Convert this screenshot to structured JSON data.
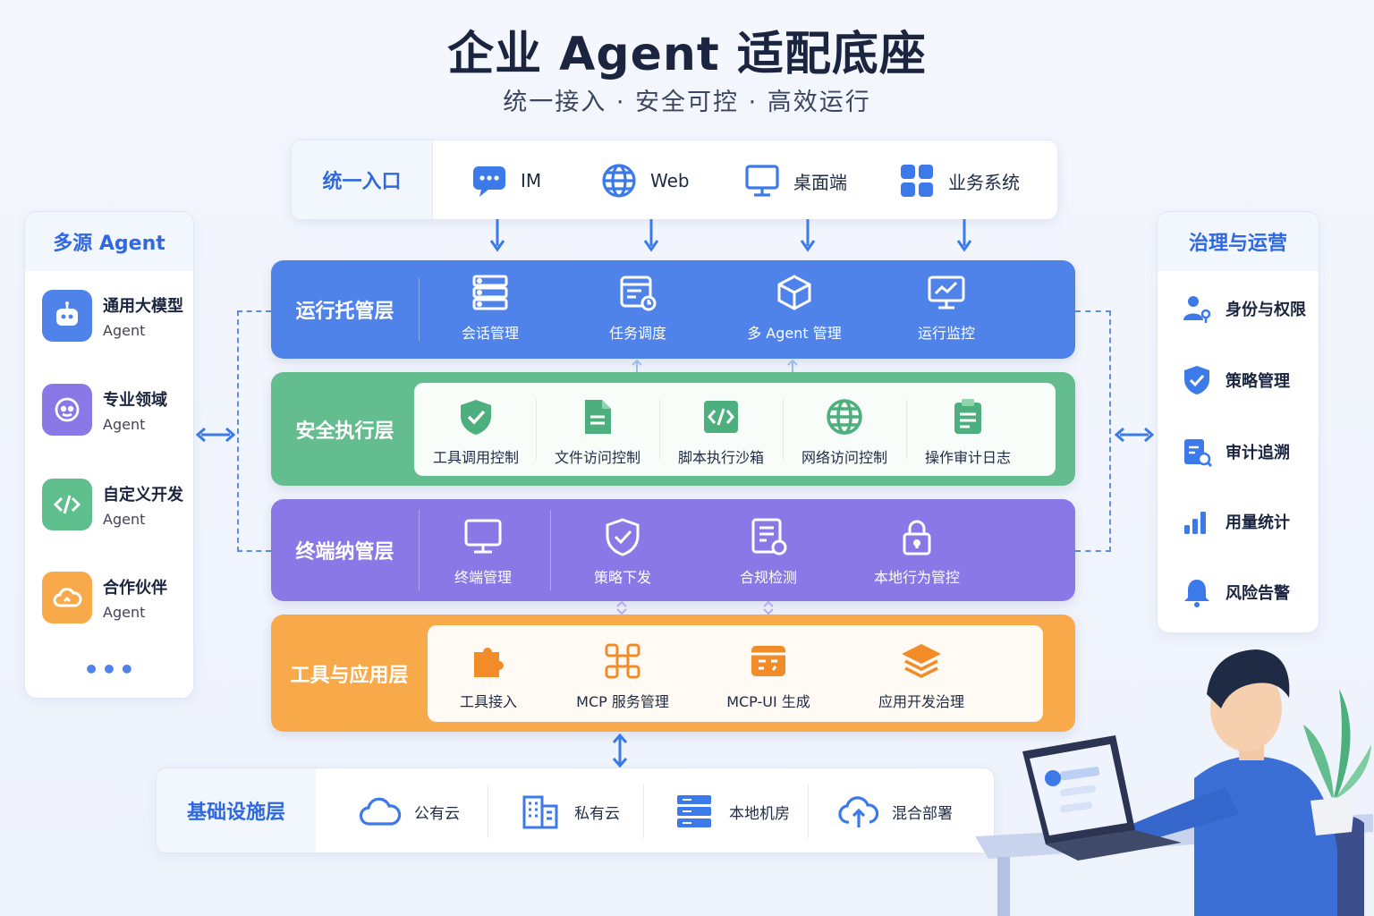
{
  "title": "企业 Agent 适配底座",
  "subtitle": "统一接入 · 安全可控 · 高效运行",
  "entry": {
    "label": "统一入口",
    "items": [
      {
        "label": "IM",
        "icon": "chat-icon"
      },
      {
        "label": "Web",
        "icon": "globe-icon"
      },
      {
        "label": "桌面端",
        "icon": "monitor-icon"
      },
      {
        "label": "业务系统",
        "icon": "grid-icon"
      }
    ]
  },
  "layers": {
    "runtime": {
      "label": "运行托管层",
      "items": [
        "会话管理",
        "任务调度",
        "多 Agent 管理",
        "运行监控"
      ]
    },
    "security": {
      "label": "安全执行层",
      "items": [
        "工具调用控制",
        "文件访问控制",
        "脚本执行沙箱",
        "网络访问控制",
        "操作审计日志"
      ]
    },
    "terminal": {
      "label": "终端纳管层",
      "items": [
        "终端管理",
        "策略下发",
        "合规检测",
        "本地行为管控"
      ]
    },
    "tools": {
      "label": "工具与应用层",
      "items": [
        "工具接入",
        "MCP 服务管理",
        "MCP-UI 生成",
        "应用开发治理"
      ]
    }
  },
  "agents": {
    "label": "多源 Agent",
    "items": [
      {
        "name": "通用大模型",
        "sub": "Agent",
        "color": "#4f83ea"
      },
      {
        "name": "专业领域",
        "sub": "Agent",
        "color": "#8a78e6"
      },
      {
        "name": "自定义开发",
        "sub": "Agent",
        "color": "#5fbf8c"
      },
      {
        "name": "合作伙伴",
        "sub": "Agent",
        "color": "#f8a94a"
      }
    ],
    "more": "•••"
  },
  "governance": {
    "label": "治理与运营",
    "items": [
      "身份与权限",
      "策略管理",
      "审计追溯",
      "用量统计",
      "风险告警"
    ]
  },
  "infra": {
    "label": "基础设施层",
    "items": [
      "公有云",
      "私有云",
      "本地机房",
      "混合部署"
    ]
  },
  "colors": {
    "blue": "#4f83ea",
    "green": "#63bd8e",
    "purple": "#8a78e6",
    "orange": "#f8a94a",
    "title": "#1b2540",
    "accent": "#2f68e0"
  }
}
